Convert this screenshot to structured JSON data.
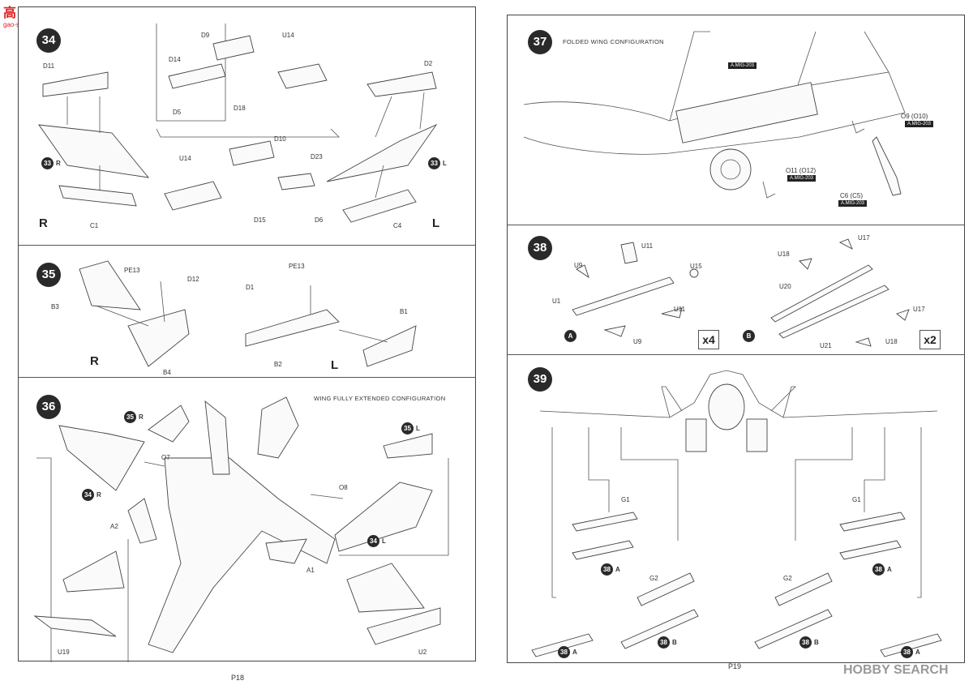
{
  "watermark_top": {
    "cn": "高 网",
    "url": "gao-shou.com"
  },
  "watermark_bottom": {
    "brand": "HOBBY SEARCH"
  },
  "left_page": {
    "page_no": "P18",
    "step34": {
      "num": "34",
      "parts": [
        "D11",
        "D9",
        "D14",
        "D5",
        "D18",
        "U14",
        "D2",
        "D10",
        "D23",
        "D15",
        "D6",
        "U14",
        "C1",
        "C4"
      ],
      "ref_r": "33",
      "ref_r_side": "R",
      "ref_l": "33",
      "ref_l_side": "L",
      "side_r": "R",
      "side_l": "L"
    },
    "step35": {
      "num": "35",
      "parts": [
        "PE13",
        "D12",
        "B3",
        "B4",
        "PE13",
        "D1",
        "B1",
        "B2"
      ],
      "side_r": "R",
      "side_l": "L"
    },
    "step36": {
      "num": "36",
      "caption": "WING FULLY EXTENDED CONFIGURATION",
      "ref35r": "35",
      "ref35r_side": "R",
      "ref35l": "35",
      "ref35l_side": "L",
      "ref34r": "34",
      "ref34r_side": "R",
      "ref34l": "34",
      "ref34l_side": "L",
      "parts": [
        "O7",
        "O8",
        "A2",
        "A1",
        "U19",
        "U2"
      ]
    }
  },
  "right_page": {
    "page_no": "P19",
    "step37": {
      "num": "37",
      "caption": "FOLDED WING CONFIGURATION",
      "tag": "A.MIG-203",
      "parts": [
        "O9 (O10)",
        "O11 (O12)",
        "C6 (C5)"
      ]
    },
    "step38": {
      "num": "38",
      "sub_a": "A",
      "sub_b": "B",
      "mult_a": "x4",
      "mult_b": "x2",
      "parts": [
        "U9",
        "U11",
        "U15",
        "U1",
        "U11",
        "U9",
        "U17",
        "U18",
        "U20",
        "U17",
        "U21",
        "U18"
      ]
    },
    "step39": {
      "num": "39",
      "parts": [
        "G1",
        "G1",
        "G2",
        "G2"
      ],
      "refs": [
        "38",
        "A",
        "38",
        "A",
        "38",
        "B",
        "38",
        "B",
        "38",
        "A",
        "38",
        "A"
      ]
    }
  }
}
